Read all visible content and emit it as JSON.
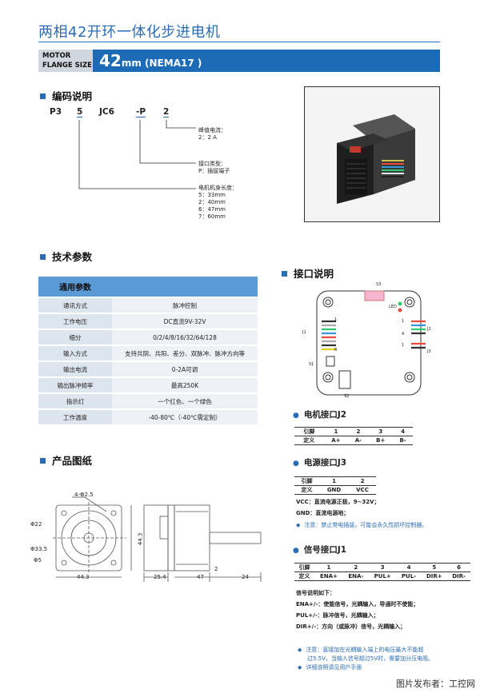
{
  "page": {
    "title": "两相42开环一体化步进电机",
    "flange_label_1": "MOTOR",
    "flange_label_2": "FLANGE SIZE",
    "flange_size": "42",
    "flange_unit": "mm (NEMA17 )"
  },
  "coding": {
    "heading": "编码说明",
    "parts": [
      "P3",
      "5",
      "JC6",
      "-P",
      "2"
    ],
    "current_title": "峰值电流：",
    "current_items": [
      "2：2 A"
    ],
    "interface_title": "接口类型：",
    "interface_items": [
      "P：插拔端子"
    ],
    "length_title": "电机机身长度：",
    "length_items": [
      "5：33mm",
      "2：40mm",
      "6：47mm",
      "7：60mm"
    ]
  },
  "specs": {
    "heading": "技术参数",
    "table_header": "通用参数",
    "rows": [
      {
        "k": "通讯方式",
        "v": "脉冲控制"
      },
      {
        "k": "工作电压",
        "v": "DC直流9V-32V"
      },
      {
        "k": "细分",
        "v": "0/2/4/8/16/32/64/128"
      },
      {
        "k": "输入方式",
        "v": "支持共阴、共阳、差分、双脉冲、脉冲方向等"
      },
      {
        "k": "输出电流",
        "v": "0-2A可调"
      },
      {
        "k": "输出脉冲频率",
        "v": "最高250K"
      },
      {
        "k": "指示灯",
        "v": "一个红色、一个绿色"
      },
      {
        "k": "工作温度",
        "v": "-40-80℃（-40℃需定制）"
      }
    ]
  },
  "drawing": {
    "heading": "产品图纸",
    "dims": {
      "holes": "4-Φ2.5",
      "d22": "Φ22",
      "d33": "Φ33.5",
      "d5": "Φ5",
      "w44a": "44.3",
      "h44": "44.3",
      "l25": "25.4",
      "l47": "47",
      "l2": "2",
      "l24": "24"
    }
  },
  "interface": {
    "heading": "接口说明",
    "labels": {
      "s3": "S3",
      "led": "LED",
      "j1": "J1",
      "j2": "J2",
      "j3": "J3",
      "s1": "S1",
      "s2": "S2",
      "p1a": "1",
      "p8": "8",
      "p1b": "1",
      "p4": "4",
      "p1c": "1"
    },
    "j2": {
      "title": "电机接口J2",
      "row1_label": "引脚",
      "row2_label": "定义",
      "pins": [
        "1",
        "2",
        "3",
        "4"
      ],
      "defs": [
        "A+",
        "A-",
        "B+",
        "B-"
      ]
    },
    "j3": {
      "title": "电源接口J3",
      "row1_label": "引脚",
      "row2_label": "定义",
      "pins": [
        "1",
        "2"
      ],
      "defs": [
        "GND",
        "VCC"
      ],
      "desc1": "VCC：直流电源正极，9~32V；",
      "desc2": "GND：直流电源地；",
      "note": "注意：禁止带电插拔，可能会永久性损坏控制器。"
    },
    "j1": {
      "title": "信号接口J1",
      "row1_label": "引脚",
      "row2_label": "定义",
      "pins": [
        "1",
        "2",
        "3",
        "4",
        "5",
        "6"
      ],
      "defs": [
        "ENA+",
        "ENA-",
        "PUL+",
        "PUL-",
        "DIR+",
        "DIR-"
      ],
      "desc_title": "信号说明如下：",
      "desc1": "ENA+/-：使能信号，光耦输入，导通时不使能；",
      "desc2": "PUL+/-：脉冲信号，光耦输入；",
      "desc3": "DIR+/-：方向（或脉冲）信号，光耦输入；",
      "note1": "注意：直接加在光耦输入端上的电压最大不能超",
      "note2": "过5.5V，当输入信号超过5V时，需要加分压电阻。",
      "note3": "详细说明请见用户手册"
    }
  },
  "footer": "图片发布者：工控网",
  "colors": {
    "accent": "#1d6bb6",
    "header_cell": "#5b9bd5"
  }
}
